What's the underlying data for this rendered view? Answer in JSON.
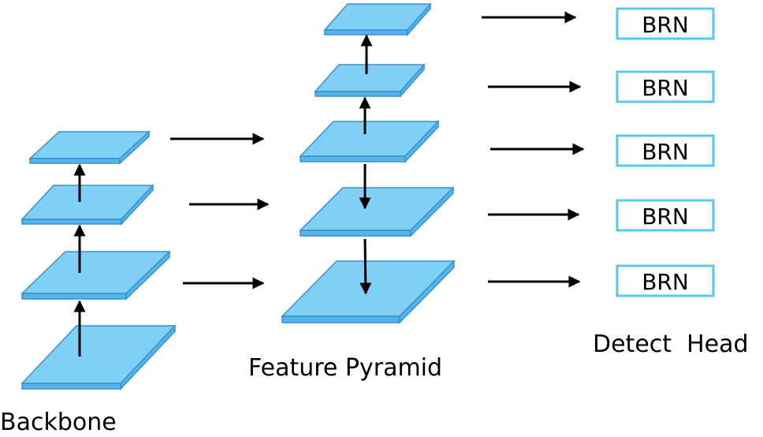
{
  "labels": {
    "backbone": "Backbone",
    "feature_pyramid": "Feature Pyramid",
    "detect_head": "Detect  Head"
  },
  "detect_head": {
    "boxes": [
      "BRN",
      "BRN",
      "BRN",
      "BRN",
      "BRN"
    ]
  },
  "colors": {
    "plate_top": "#7fd0f4",
    "plate_edge": "#3a90d0",
    "plate_side": "#55b4e8",
    "box_border": "#5ac8ec",
    "arrow": "#000000"
  }
}
